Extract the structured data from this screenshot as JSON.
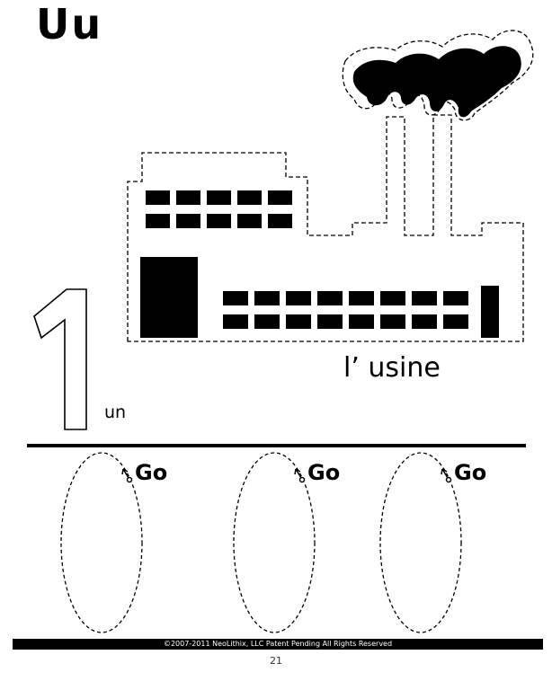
{
  "page": {
    "letter": "Uu",
    "number_word": "un",
    "word": "l’ usine",
    "go_label": "Go",
    "footer": "©2007-2011  NeoLithix, LLC  Patent Pending  All Rights Reserved",
    "page_number": "21"
  },
  "illustration": {
    "subject": "factory-icon",
    "numeral": "1",
    "colors": {
      "ink": "#000000",
      "paper": "#ffffff"
    }
  }
}
